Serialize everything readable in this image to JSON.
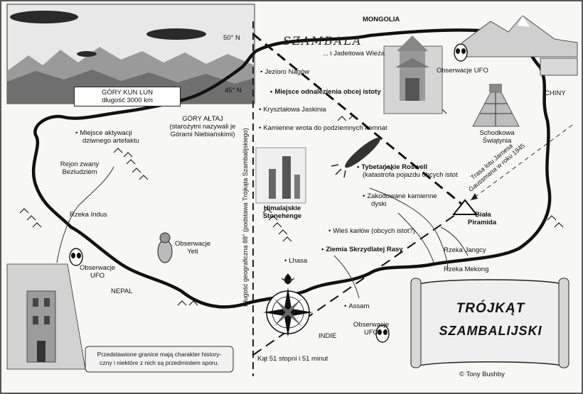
{
  "labels": {
    "country_mongolia": "MONGOLIA",
    "country_china": "CHINY",
    "country_nepal": "NEPAL",
    "country_india": "INDIE",
    "shambhala": "SZAMBALA",
    "jade_tower": "... i Jadeitowa Wieża",
    "lat_50": "50° N",
    "lat_45": "45° N",
    "kunlun_line1": "GÓRY KUN LUN",
    "kunlun_line2": "długość 3000 km",
    "altai_line1": "GÓRY AŁTAJ",
    "altai_line2": "(starożytni nazywali je",
    "altai_line3": "Górami Niebiańskimi)",
    "ufo_ne": "Obserwacje UFO",
    "ufo_w_line1": "Obserwacje",
    "ufo_w_line2": "UFO",
    "ufo_se_line1": "Obserwacje UFO",
    "yeti_line1": "Obserwacje",
    "yeti_line2": "Yeti",
    "pyramid_steps_line1": "Schodkowa",
    "pyramid_steps_line2": "Świątynia",
    "artifact_line1": "Miejsce aktywacji",
    "artifact_line2": "dziwnego artefaktu",
    "desert_line1": "Rejon zwany",
    "desert_line2": "Bezludziem",
    "indus": "Rzeka Indus",
    "lake": "Jezioro Nagów",
    "alien_find": "Miejsce odnalezienia obcej istoty",
    "crystal_cave": "Kryształowa Jaskinia",
    "stone_gates": "Kamienne wrota do podziemnych komnat",
    "roswell_line1": "Tybetańskie Roswell",
    "roswell_line2": "(katastrofa pojazdu obcych istot",
    "discs_line1": "Zakodowane kamienne",
    "discs_line2": "dyski",
    "stonehenge_line1": "Himalajskie",
    "stonehenge_line2": "Stonehenge",
    "white_pyr_line1": "Biała",
    "white_pyr_line2": "Piramida",
    "dwarfs": "Wieś karłów (obcych istot?)",
    "winged": "Ziemia Skrzydlatej Rasy",
    "lhasa": "Lhasa",
    "yangtze": "Rzeka Jangcy",
    "mekong": "Rzeka Mekong",
    "assam": "Assam",
    "meridian": "Długość geograficzna 88° (podstawa Trójkąta Szambalijskiego)",
    "gaussman_line1": "Trasa lotu Jamesa",
    "gaussman_line2": "Gaussmana w roku 1945",
    "angle": "Kąt 51 stopni i 51 minut",
    "scroll_note_line1": "Przedstawione granice mają charakter history-",
    "scroll_note_line2": "czny i niektóre z nich są przedmiotem sporu.",
    "main_title_line1": "TRÓJKĄT",
    "main_title_line2": "SZAMBALIJSKI",
    "copyright": "© Tony Bushby"
  }
}
